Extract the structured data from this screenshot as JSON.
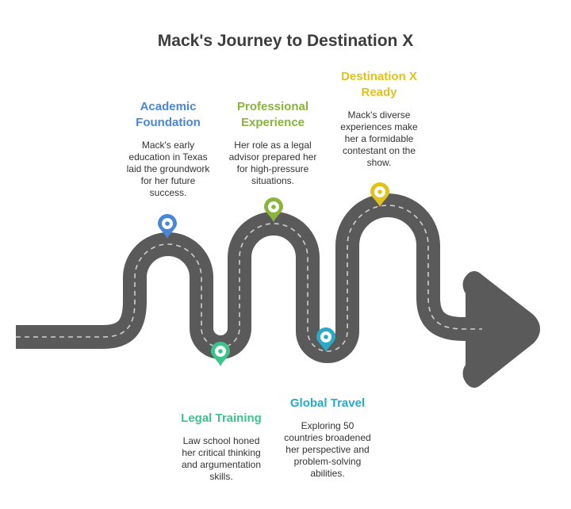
{
  "title": "Mack's Journey to Destination X",
  "colors": {
    "road": "#5a5a5a",
    "road_dash": "#cfcfcf",
    "academic": "#4a86d8",
    "legal": "#3cc48c",
    "professional": "#8ab43a",
    "global": "#2aa9c8",
    "destination": "#e0c21a"
  },
  "milestones": [
    {
      "id": "academic",
      "title_lines": [
        "Academic",
        "Foundation"
      ],
      "desc_lines": [
        "Mack's early",
        "education in Texas",
        "laid the groundwork",
        "for her future",
        "success."
      ],
      "color": "#4a86d8",
      "icon": "location-pin-icon"
    },
    {
      "id": "professional",
      "title_lines": [
        "Professional",
        "Experience"
      ],
      "desc_lines": [
        "Her role as a legal",
        "advisor prepared her",
        "for high-pressure",
        "situations."
      ],
      "color": "#8ab43a",
      "icon": "location-pin-icon"
    },
    {
      "id": "destination",
      "title_lines": [
        "Destination X",
        "Ready"
      ],
      "desc_lines": [
        "Mack's diverse",
        "experiences make",
        "her a formidable",
        "contestant on the",
        "show."
      ],
      "color": "#e0c21a",
      "icon": "location-pin-icon"
    },
    {
      "id": "legal",
      "title_lines": [
        "Legal Training"
      ],
      "desc_lines": [
        "Law school honed",
        "her critical thinking",
        "and argumentation",
        "skills."
      ],
      "color": "#3cc48c",
      "icon": "location-pin-icon"
    },
    {
      "id": "global",
      "title_lines": [
        "Global Travel"
      ],
      "desc_lines": [
        "Exploring 50",
        "countries broadened",
        "her perspective and",
        "problem-solving",
        "abilities."
      ],
      "color": "#2aa9c8",
      "icon": "location-pin-icon"
    }
  ]
}
